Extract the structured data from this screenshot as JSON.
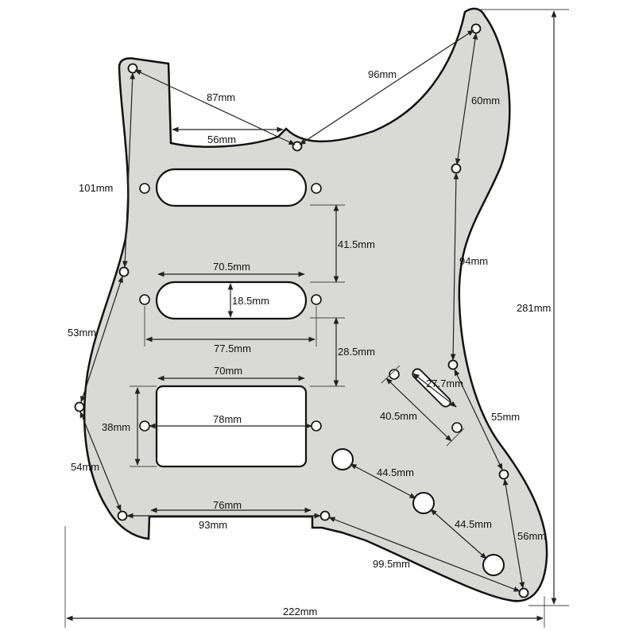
{
  "colors": {
    "plate_fill": "#d9dad6",
    "outline": "#111111",
    "hole_fill": "#ffffff",
    "dimension_line": "#222222"
  },
  "labels": {
    "width_overall": "222mm",
    "height_overall": "281mm",
    "horn_to_center": "87mm",
    "neck_pocket": "56mm",
    "top_holes": "96mm",
    "right_upper": "60mm",
    "left_upper": "101mm",
    "right_mid": "94mm",
    "left_mid": "53mm",
    "right_low": "55mm",
    "left_low": "54mm",
    "right_bottom": "56mm",
    "bottom_holes": "93mm",
    "diag_bottom": "99.5mm",
    "pickup_gap_1": "41.5mm",
    "pickup_gap_2": "28.5mm",
    "single_coil_length": "70.5mm",
    "single_coil_width": "18.5mm",
    "single_mount_span": "77.5mm",
    "humbucker_length": "70mm",
    "humbucker_height": "38mm",
    "humbucker_mount_span": "78mm",
    "bottom_cut": "76mm",
    "switch_slot": "27.7mm",
    "switch_span": "40.5mm",
    "knob_spacing_1": "44.5mm",
    "knob_spacing_2": "44.5mm"
  }
}
